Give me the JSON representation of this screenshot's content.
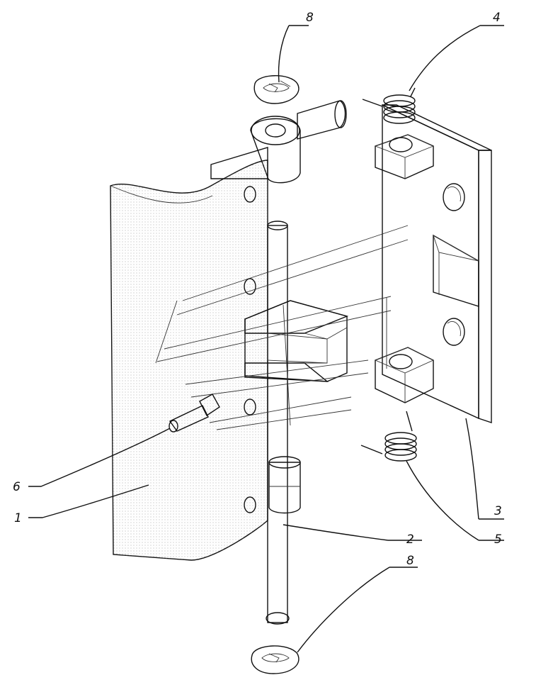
{
  "diagram": {
    "callouts": [
      {
        "id": "clip-top",
        "label": "8"
      },
      {
        "id": "spring-top",
        "label": "4"
      },
      {
        "id": "pin-lube",
        "label": "6"
      },
      {
        "id": "leaf-door",
        "label": "1"
      },
      {
        "id": "hinge-pin",
        "label": "2"
      },
      {
        "id": "leaf-body",
        "label": "3"
      },
      {
        "id": "spring-bottom",
        "label": "5"
      },
      {
        "id": "clip-bottom",
        "label": "8"
      }
    ]
  },
  "colors": {
    "line": "#111111",
    "paper": "#ffffff",
    "metal_dark": "#8a8a8a",
    "metal_light": "#d4d4d4"
  }
}
